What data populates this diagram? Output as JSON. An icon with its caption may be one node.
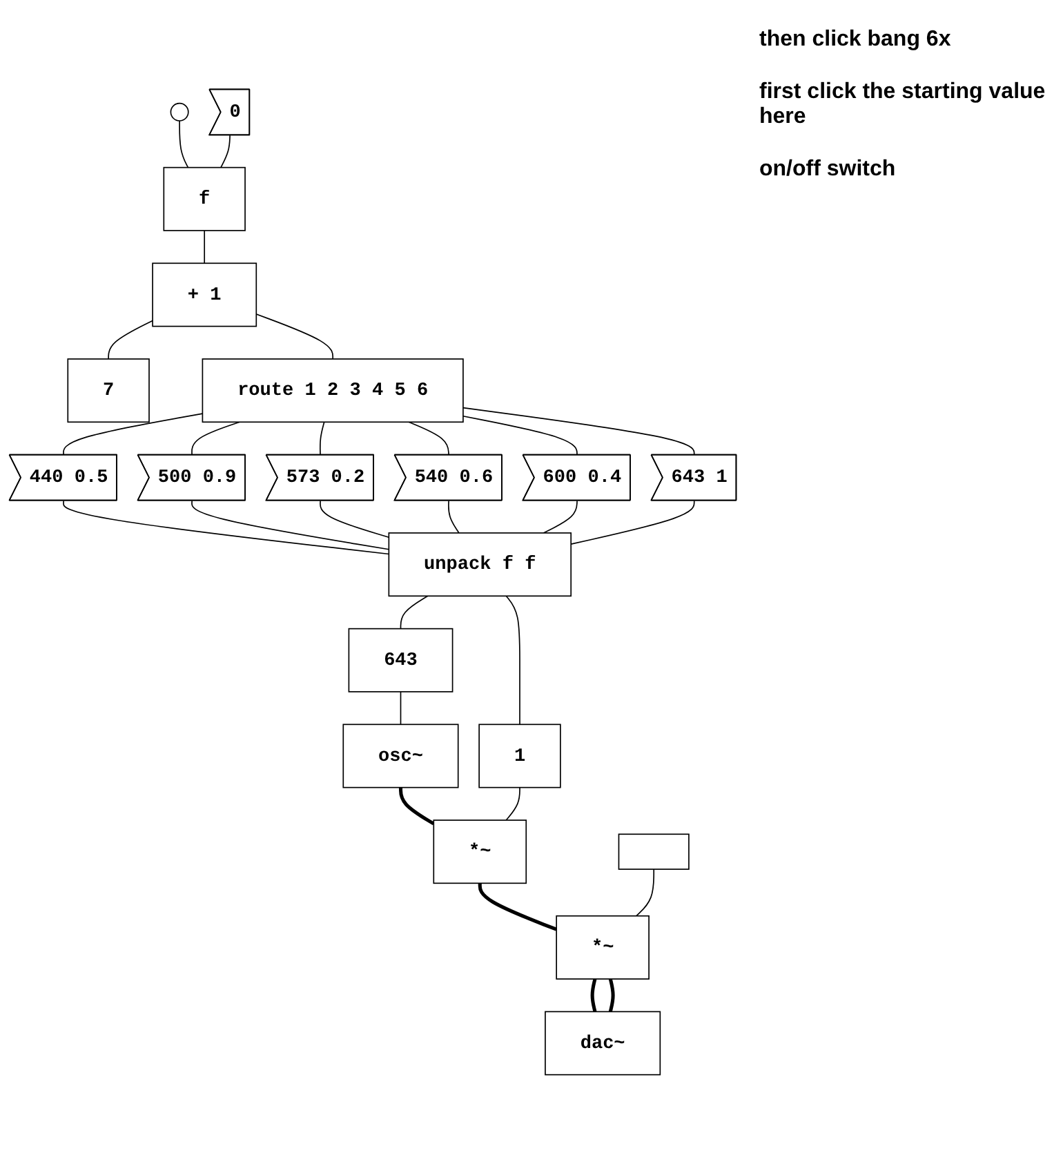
{
  "diagram": {
    "nodes": [
      {
        "text": [],
        "shape": "circle"
      },
      {
        "text": [
          "0"
        ]
      },
      {
        "text": [
          "f"
        ]
      },
      {
        "text": [
          "+ 1"
        ]
      },
      {
        "text": [
          "7"
        ]
      },
      {
        "text": [
          "route 1 2 3 4 5 6"
        ]
      },
      {
        "text": [
          "440 0.5"
        ]
      },
      {
        "text": [
          "500 0.9"
        ]
      },
      {
        "text": [
          "573 0.2"
        ]
      },
      {
        "text": [
          "540 0.6"
        ]
      },
      {
        "text": [
          "600 0.4"
        ]
      },
      {
        "text": [
          "643 1"
        ]
      },
      {
        "text": [
          "unpack f f"
        ]
      },
      {
        "text": [
          "643"
        ]
      },
      {
        "text": [
          "1"
        ]
      },
      {
        "text": [
          "osc~"
        ]
      },
      {
        "text": [
          "*~"
        ]
      },
      {
        "text": [],
        "shape": "box"
      },
      {
        "text": [
          "*~"
        ]
      },
      {
        "text": [
          "dac~"
        ]
      }
    ],
    "edges": [
      {
        "from": 0,
        "to": 2,
        "arrow": "none"
      },
      {
        "from": 1,
        "to": 2,
        "arrow": "none"
      },
      {
        "from": 2,
        "to": 3,
        "arrow": "none"
      },
      {
        "from": 3,
        "to": 4,
        "arrow": "none"
      },
      {
        "from": 3,
        "to": 5,
        "arrow": "none"
      },
      {
        "from": 5,
        "to": 6,
        "arrow": "none"
      },
      {
        "from": 5,
        "to": 7,
        "arrow": "none"
      },
      {
        "from": 5,
        "to": 8,
        "arrow": "none"
      },
      {
        "from": 5,
        "to": 9,
        "arrow": "none"
      },
      {
        "from": 5,
        "to": 10,
        "arrow": "none"
      },
      {
        "from": 5,
        "to": 11,
        "arrow": "none"
      },
      {
        "from": 6,
        "to": 12,
        "arrow": "none"
      },
      {
        "from": 7,
        "to": 12,
        "arrow": "none"
      },
      {
        "from": 8,
        "to": 12,
        "arrow": "none"
      },
      {
        "from": 9,
        "to": 12,
        "arrow": "none"
      },
      {
        "from": 10,
        "to": 12,
        "arrow": "none"
      },
      {
        "from": 11,
        "to": 12,
        "arrow": "none"
      },
      {
        "from": 12,
        "to": 13,
        "arrow": "none"
      },
      {
        "from": 12,
        "to": 14,
        "arrow": "none"
      },
      {
        "from": 13,
        "to": 15,
        "arrow": "none"
      },
      {
        "from": 15,
        "to": 16,
        "arrow": "none",
        "style": "thick"
      },
      {
        "from": 14,
        "to": 16,
        "arrow": "none"
      },
      {
        "from": 16,
        "to": 18,
        "arrow": "none",
        "style": "thick"
      },
      {
        "from": 17,
        "to": 18,
        "arrow": "none"
      },
      {
        "from": 18,
        "to": 19,
        "arrow": "none",
        "style": "thick"
      },
      {
        "from": 18,
        "to": 19,
        "arrow": "none",
        "style": "thick"
      }
    ],
    "labels": [
      "then click bang 6x",
      "first click the starting value here",
      "on/off switch"
    ]
  }
}
